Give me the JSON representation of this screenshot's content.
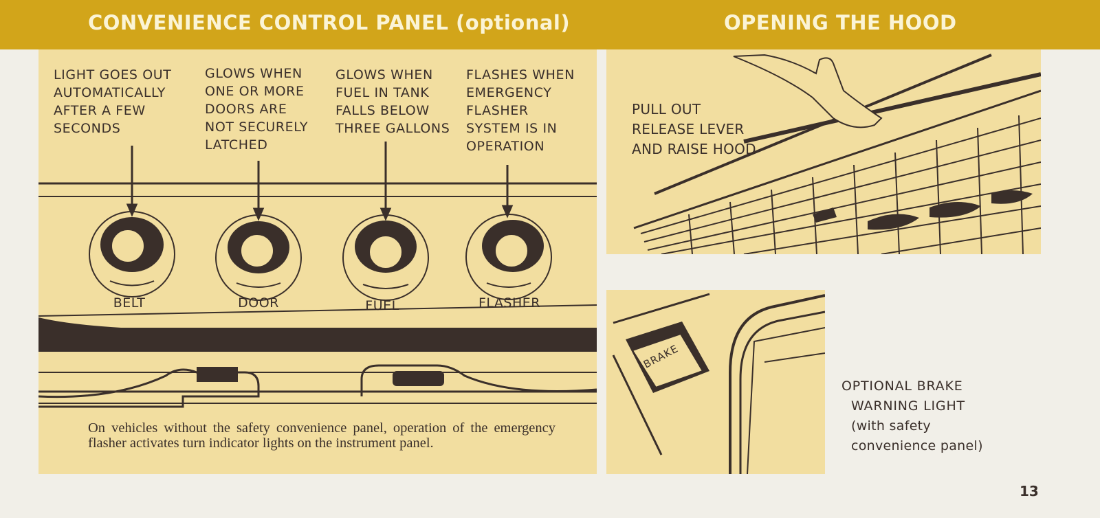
{
  "header": {
    "left_title": "CONVENIENCE CONTROL PANEL (optional)",
    "right_title": "OPENING THE HOOD"
  },
  "convenience_panel": {
    "callouts": [
      {
        "text": "LIGHT GOES OUT\nAUTOMATICALLY\nAFTER A FEW\nSECONDS"
      },
      {
        "text": "GLOWS WHEN\nONE OR MORE\nDOORS ARE\nNOT SECURELY\nLATCHED"
      },
      {
        "text": "GLOWS WHEN\nFUEL IN TANK\nFALLS  BELOW\nTHREE GALLONS"
      },
      {
        "text": "FLASHES WHEN\nEMERGENCY\nFLASHER\nSYSTEM IS IN\nOPERATION"
      }
    ],
    "lights": [
      "BELT",
      "DOOR",
      "FUEL",
      "FLASHER"
    ],
    "caption": "On vehicles without the safety convenience panel, operation of the emergency flasher activates turn indicator lights on the instrument panel."
  },
  "hood": {
    "instruction": "PULL OUT\nRELEASE LEVER\nAND RAISE HOOD"
  },
  "brake": {
    "lamp_label": "BRAKE",
    "caption_line1": "OPTIONAL  BRAKE",
    "caption_line2": "WARNING LIGHT",
    "caption_line3": "(with safety",
    "caption_line4": "convenience panel)"
  },
  "page_number": "13",
  "colors": {
    "header": "#d2a51a",
    "panel": "#f2dea0",
    "ink": "#3a2f2a",
    "paper": "#f1efe8"
  }
}
